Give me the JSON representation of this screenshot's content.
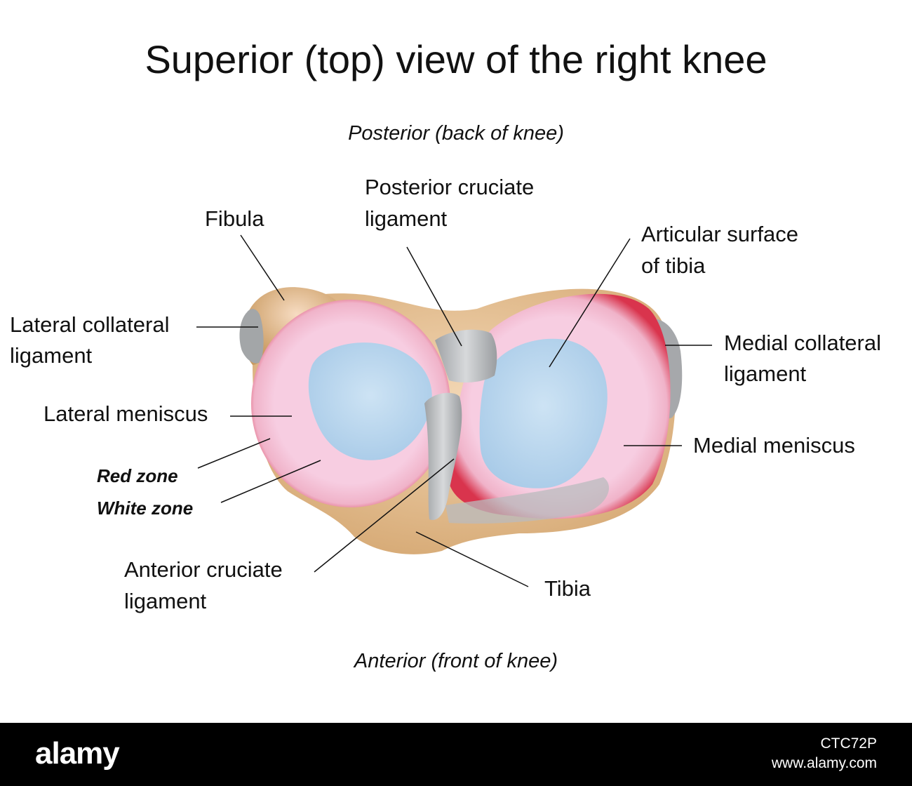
{
  "title": "Superior (top) view of the right knee",
  "orientation": {
    "posterior": "Posterior (back of knee)",
    "anterior": "Anterior (front of knee)"
  },
  "labels": {
    "fibula": "Fibula",
    "pcl_line1": "Posterior cruciate",
    "pcl_line2": "ligament",
    "articular_line1": "Articular surface",
    "articular_line2": "of tibia",
    "lcl_line1": "Lateral collateral",
    "lcl_line2": "ligament",
    "mcl_line1": "Medial collateral",
    "mcl_line2": "ligament",
    "lateral_meniscus": "Lateral meniscus",
    "medial_meniscus": "Medial meniscus",
    "red_zone": "Red zone",
    "white_zone": "White zone",
    "acl_line1": "Anterior cruciate",
    "acl_line2": "ligament",
    "tibia": "Tibia"
  },
  "colors": {
    "bone": "#d9b07e",
    "meniscus_white": "#f5c8de",
    "meniscus_red": "#d9344d",
    "articular": "#b9d8ef",
    "ligament": "#b4b6b8",
    "leader": "#111111"
  },
  "stock": {
    "logo": "alamy",
    "code_line1": "CTC72P",
    "code_line2": "www.alamy.com"
  }
}
